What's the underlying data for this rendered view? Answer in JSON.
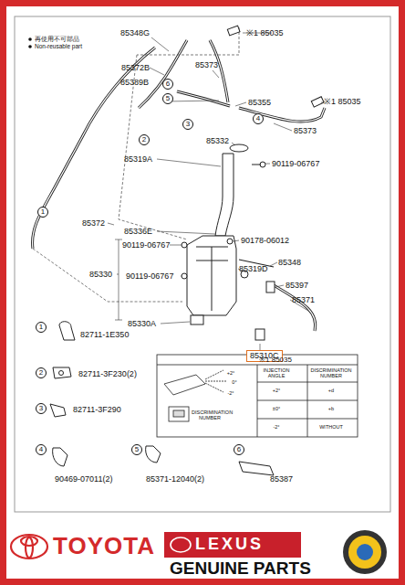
{
  "diagram": {
    "nodes": [
      {
        "text": [
          "6"
        ]
      },
      {
        "text": [
          "5"
        ]
      },
      {
        "text": [
          "4"
        ]
      },
      {
        "text": [
          "3"
        ]
      },
      {
        "text": [
          "2"
        ]
      },
      {
        "text": [
          "1"
        ]
      },
      {
        "text": [
          "1"
        ]
      },
      {
        "text": [
          "2"
        ]
      },
      {
        "text": [
          "3"
        ]
      },
      {
        "text": [
          "4"
        ]
      },
      {
        "text": [
          "5"
        ]
      },
      {
        "text": [
          "6"
        ]
      },
      {
        "text": [
          "85310C"
        ]
      },
      {
        "text": [
          "※1 85035",
          "INJECTION ANGLE",
          "DISCRIMINATION NUMBER",
          "+2°",
          "+d",
          "±0°",
          "+b",
          "-2°",
          "WITHOUT",
          "+2°",
          "0°",
          "-2°",
          "DISCRIMINATION NUMBER"
        ]
      }
    ],
    "labels": [
      "再使用不可部品",
      "Non-reusable part",
      "85348G",
      "※1 85035",
      "85372B",
      "85373",
      "85389B",
      "85355",
      "※1 85035",
      "85373",
      "85332",
      "85319A",
      "90119-06767",
      "85372",
      "85336E",
      "90119-06767",
      "90178-06012",
      "85330",
      "90119-06767",
      "85319D",
      "85348",
      "85397",
      "85371",
      "85330A",
      "82711-1E350",
      "82711-3F230(2)",
      "82711-3F290",
      "90469-07011(2)",
      "85371-12040(2)",
      "85387",
      "TOYOTA",
      "LEXUS",
      "GENUINE PARTS"
    ]
  }
}
